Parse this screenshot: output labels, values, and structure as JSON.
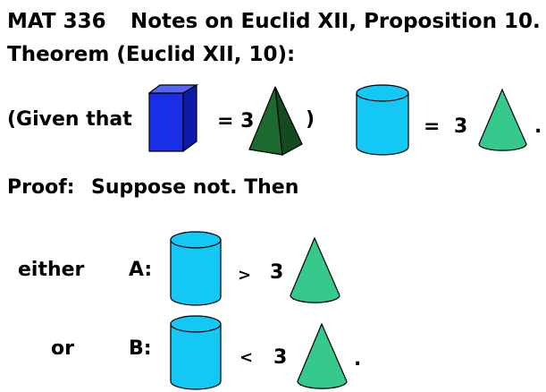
{
  "header": {
    "course": "MAT 336",
    "title": "Notes on Euclid XII, Proposition 10."
  },
  "theorem": {
    "label": "Theorem (Euclid XII, 10):"
  },
  "given": {
    "open": "(Given that",
    "eq3": "= 3",
    "close": ")"
  },
  "statement": {
    "eq": "=",
    "three": "3",
    "period": "."
  },
  "proof": {
    "label": "Proof:",
    "text": "Suppose not. Then"
  },
  "case_a": {
    "lead": "either",
    "label": "A:",
    "relation": ">",
    "three": "3"
  },
  "case_b": {
    "lead": "or",
    "label": "B:",
    "relation": "<",
    "three": "3",
    "period": "."
  },
  "colors": {
    "prism": "#1a2ee8",
    "pyramid": "#1c6a30",
    "cylinder": "#14c8f5",
    "cone": "#35c98c"
  },
  "icons": [
    "prism-icon",
    "pyramid-icon",
    "cylinder-icon",
    "cone-icon"
  ]
}
